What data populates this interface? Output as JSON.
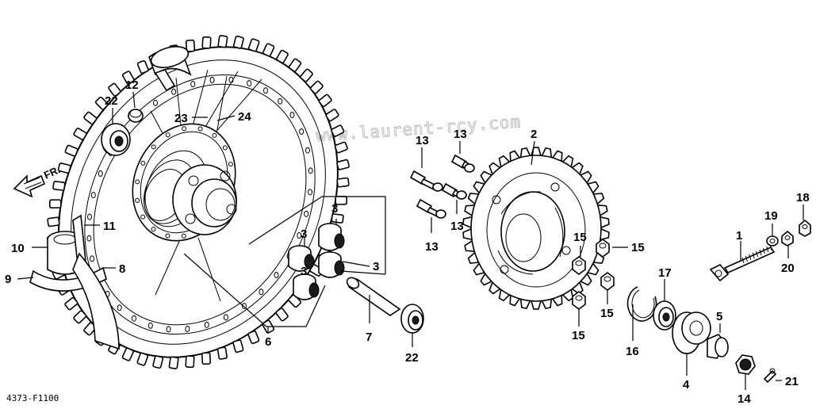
{
  "diagram": {
    "watermark": "www.laurent-rcy.com",
    "direction_indicator": "FR.",
    "code": "4373-F1100",
    "callouts": {
      "c1": "1",
      "c2": "2",
      "c3a": "3",
      "c3b": "3",
      "c3c": "3",
      "c3d": "3",
      "c4": "4",
      "c5": "5",
      "c6": "6",
      "c7": "7",
      "c8": "8",
      "c9": "9",
      "c10": "10",
      "c11": "11",
      "c12": "12",
      "c13a": "13",
      "c13b": "13",
      "c13c": "13",
      "c13d": "13",
      "c14": "14",
      "c15a": "15",
      "c15b": "15",
      "c15c": "15",
      "c15d": "15",
      "c16": "16",
      "c17": "17",
      "c18": "18",
      "c19": "19",
      "c20": "20",
      "c21": "21",
      "c22a": "22",
      "c22b": "22",
      "c23": "23",
      "c24": "24"
    }
  }
}
